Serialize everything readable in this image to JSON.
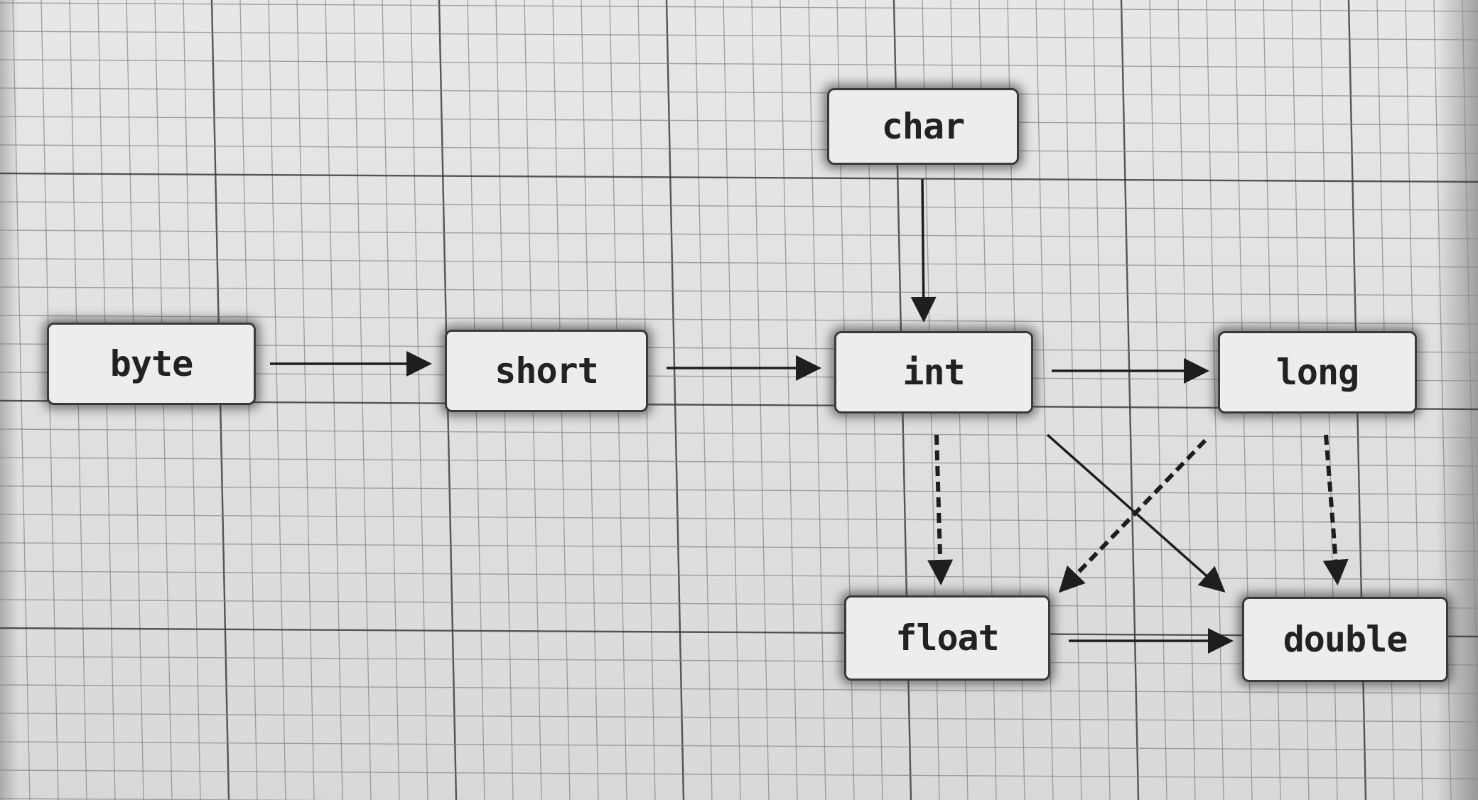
{
  "diagram": {
    "nodes": {
      "char": {
        "label": "char"
      },
      "byte": {
        "label": "byte"
      },
      "short": {
        "label": "short"
      },
      "int": {
        "label": "int"
      },
      "long": {
        "label": "long"
      },
      "float": {
        "label": "float"
      },
      "double": {
        "label": "double"
      }
    },
    "edges": [
      {
        "from": "byte",
        "to": "short",
        "style": "solid"
      },
      {
        "from": "short",
        "to": "int",
        "style": "solid"
      },
      {
        "from": "char",
        "to": "int",
        "style": "solid"
      },
      {
        "from": "int",
        "to": "long",
        "style": "solid"
      },
      {
        "from": "int",
        "to": "double",
        "style": "solid"
      },
      {
        "from": "float",
        "to": "double",
        "style": "solid"
      },
      {
        "from": "int",
        "to": "float",
        "style": "dashed"
      },
      {
        "from": "long",
        "to": "float",
        "style": "dashed"
      },
      {
        "from": "long",
        "to": "double",
        "style": "dashed"
      }
    ],
    "colors": {
      "paper": "#e6e6e6",
      "grid_minor": "#8a8a8a",
      "grid_major": "#3c3c3c",
      "node_fill": "#ededed",
      "node_border": "#3a3a3a",
      "arrow": "#1e1e1e"
    }
  }
}
